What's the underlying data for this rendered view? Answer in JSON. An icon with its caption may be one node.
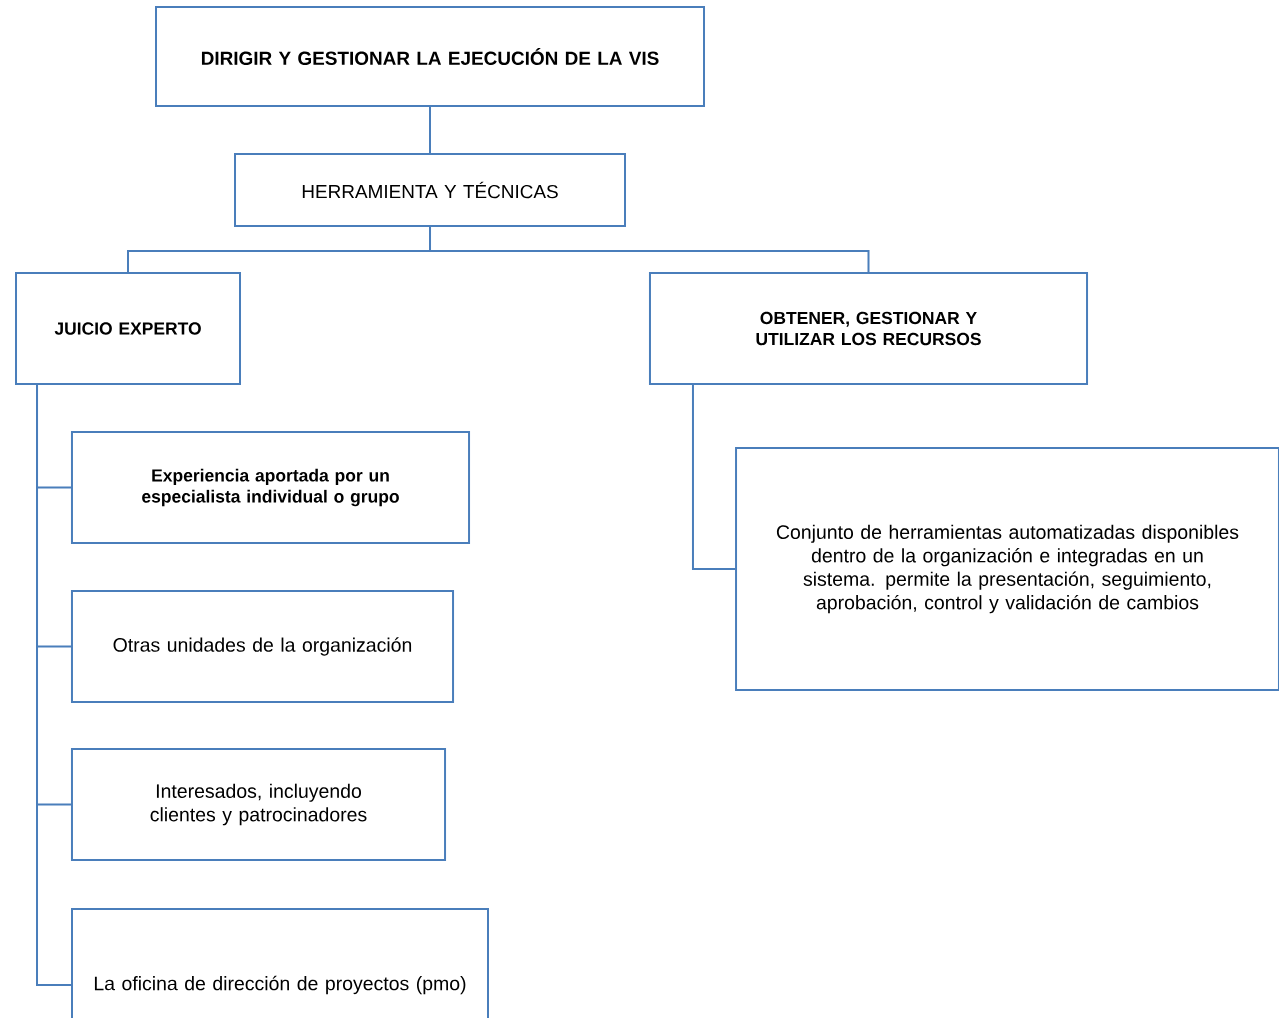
{
  "diagram": {
    "nodes": [
      {
        "text": [
          "DIRIGIR Y GESTIONAR LA EJECUCIÓN DE LA VIS"
        ]
      },
      {
        "text": [
          "HERRAMIENTA Y TÉCNICAS"
        ]
      },
      {
        "text": [
          "JUICIO EXPERTO"
        ]
      },
      {
        "text": [
          "OBTENER, GESTIONAR Y UTILIZAR LOS RECURSOS"
        ]
      },
      {
        "text": [
          "Experiencia aportada por un especialista individual o grupo"
        ]
      },
      {
        "text": [
          "Otras unidades de la organización"
        ]
      },
      {
        "text": [
          "Interesados, incluyendo clientes y patrocinadores"
        ]
      },
      {
        "text": [
          "La oficina de dirección de proyectos (pmo)"
        ]
      },
      {
        "text": [
          "Conjunto de herramientas automatizadas disponibles dentro de la organización e integradas en un sistema. permite la presentación, seguimiento, aprobación, control y validación de cambios"
        ]
      }
    ],
    "edges": [
      {
        "from": 0,
        "to": 1,
        "arrow": "none"
      },
      {
        "from": 1,
        "to": 2,
        "arrow": "none"
      },
      {
        "from": 1,
        "to": 3,
        "arrow": "none"
      },
      {
        "from": 2,
        "to": 4,
        "arrow": "none"
      },
      {
        "from": 2,
        "to": 5,
        "arrow": "none"
      },
      {
        "from": 2,
        "to": 6,
        "arrow": "none"
      },
      {
        "from": 2,
        "to": 7,
        "arrow": "none"
      },
      {
        "from": 3,
        "to": 8,
        "arrow": "none"
      }
    ]
  }
}
